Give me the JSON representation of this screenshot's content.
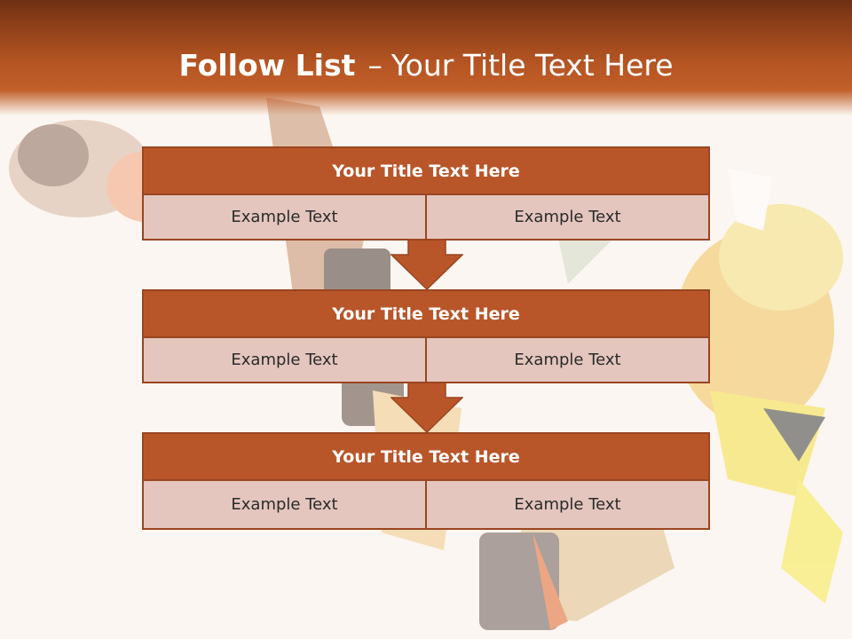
{
  "slide": {
    "title_strong": "Follow List",
    "title_separator": "–",
    "title_rest": "Your Title Text Here"
  },
  "blocks": [
    {
      "title": "Your Title Text Here",
      "left": "Example Text",
      "right": "Example Text"
    },
    {
      "title": "Your Title Text Here",
      "left": "Example Text",
      "right": "Example Text"
    },
    {
      "title": "Your Title Text Here",
      "left": "Example Text",
      "right": "Example Text"
    }
  ],
  "colors": {
    "header_band": "#b55523",
    "block_title_bg": "#b8562a",
    "cell_bg": "#e4c6be",
    "border": "#9a4520",
    "arrow": "#b8562a"
  },
  "background_icon": "anime-character-illustration"
}
